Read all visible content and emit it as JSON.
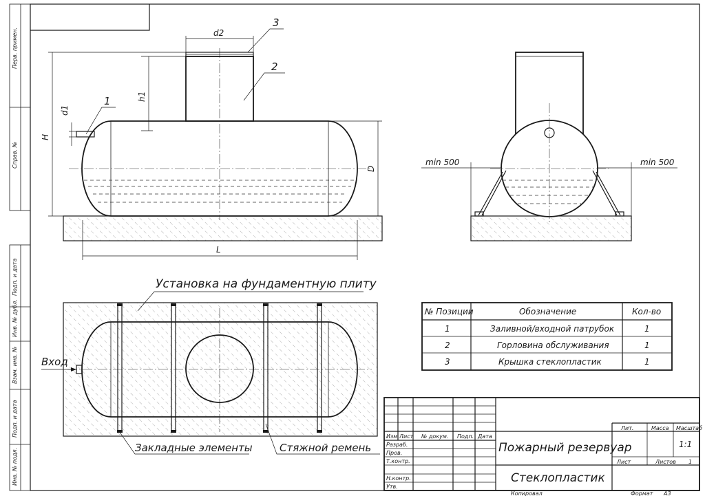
{
  "side_labels": [
    "Перв. примен.",
    "Справ. №",
    "Подп. и дата",
    "Инв. № дубл.",
    "Взам. инв. №",
    "Подп. и дата",
    "Инв. № подл."
  ],
  "dimensions": {
    "d2": "d2",
    "h1": "h1",
    "d1": "d1",
    "H": "H",
    "D": "D",
    "L": "L",
    "min_left": "min 500",
    "min_right": "min 500"
  },
  "callouts": {
    "c1": "1",
    "c2": "2",
    "c3": "3"
  },
  "plan_view": {
    "title": "Установка на фундаментную плиту",
    "inlet": "Вход",
    "embedded": "Закладные элементы",
    "strap": "Стяжной ремень"
  },
  "spec_table": {
    "headers": [
      "№ Позиции",
      "Обозначение",
      "Кол-во"
    ],
    "rows": [
      [
        "1",
        "Заливной/входной патрубок",
        "1"
      ],
      [
        "2",
        "Горловина обслуживания",
        "1"
      ],
      [
        "3",
        "Крышка стеклопластик",
        "1"
      ]
    ]
  },
  "title_block": {
    "col_headers": [
      "Изм",
      "Лист",
      "№ докум.",
      "Подп.",
      "Дата"
    ],
    "roles": [
      "Разраб.",
      "Пров.",
      "Т.контр.",
      "Н.контр.",
      "Утв."
    ],
    "product_name": "Пожарный резервуар",
    "material": "Стеклопластик",
    "lit": "Лит.",
    "mass": "Масса",
    "scale": "Масштаб",
    "scale_value": "1:1",
    "sheet": "Лист",
    "sheets": "Листов",
    "sheets_value": "1",
    "copied": "Копировал",
    "format": "Формат",
    "format_value": "А3"
  }
}
